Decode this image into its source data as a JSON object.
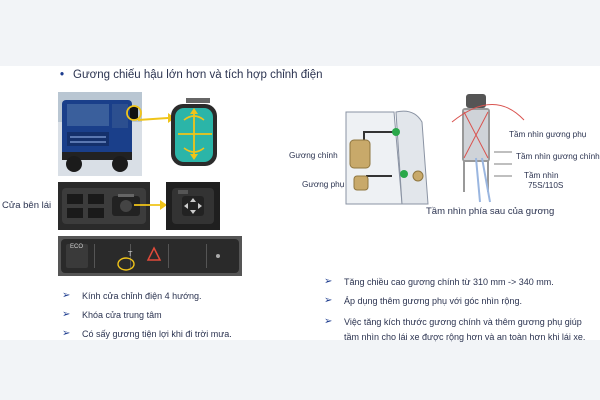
{
  "title": "Gương chiếu hậu lớn hơn và tích hợp chỉnh điện",
  "side_label": "Cửa bên lái",
  "left_bullets": [
    "Kính cửa chỉnh điện 4 hướng.",
    "Khóa cửa trung tâm",
    "Có sấy gương tiện lợi khi đi trời mưa."
  ],
  "right_bullets": [
    "Tăng chiều cao gương chính từ 310 mm -> 340 mm.",
    "Áp dụng thêm gương phụ với góc nhìn rộng.",
    "Việc tăng kích thước gương chính và thêm gương phụ giúp tầm nhìn cho lái xe được rộng hơn và an toàn hơn khi lái xe."
  ],
  "diagram": {
    "main_mirror": "Gương chính",
    "aux_mirror": "Gương phụ",
    "view_aux": "Tầm nhìn gương phụ",
    "view_main": "Tầm nhìn gương chính",
    "angle_a": "Tầm nhìn",
    "angle_b": "75S/110S",
    "caption": "Tầm nhìn phía sau của gương"
  },
  "panel_badge": "ECO",
  "colors": {
    "accent": "#1e3d8f",
    "arrow": "#f0c419",
    "mirror_glass": "#2bb5a8",
    "view_line": "#d9534f"
  }
}
